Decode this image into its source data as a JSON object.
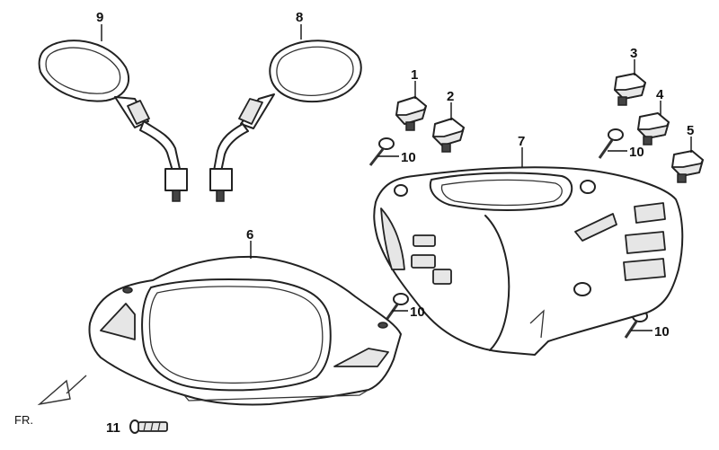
{
  "callouts": {
    "c1": "1",
    "c2": "2",
    "c3": "3",
    "c4": "4",
    "c5": "5",
    "c6": "6",
    "c7": "7",
    "c8": "8",
    "c9": "9",
    "c10a": "10",
    "c10b": "10",
    "c10c": "10",
    "c10d": "10",
    "c11": "11"
  },
  "direction": {
    "label": "FR."
  },
  "colors": {
    "line": "#222222",
    "fill": "#ffffff",
    "shade": "#e6e6e6"
  }
}
